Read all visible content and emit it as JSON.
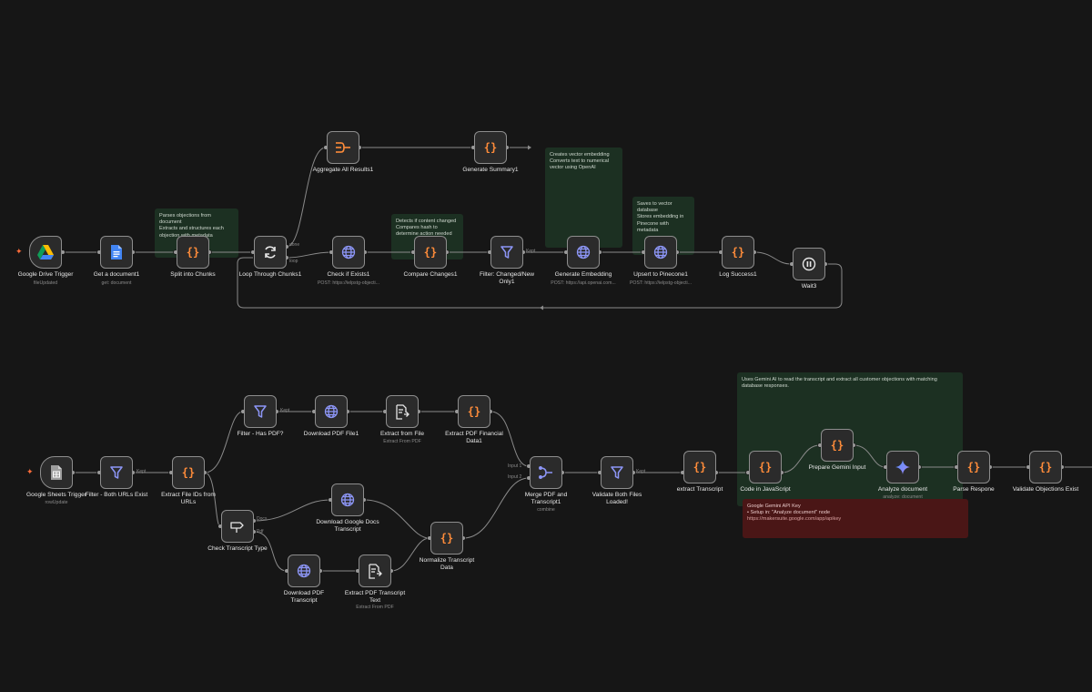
{
  "colors": {
    "canvas": "#161616",
    "node_fill": "#2b2b2b",
    "node_border": "#8d8d8d",
    "wire": "#8a8a8a",
    "code_icon": "#ff8c3a",
    "globe_icon": "#8d96f7",
    "filter_icon": "#8d96f7",
    "note_green": "#1c3022",
    "note_red": "#4a1616"
  },
  "notes": {
    "parse": [
      "Parses objections from",
      "document",
      "Extracts and structures each",
      "objection with metadata"
    ],
    "detect": [
      "Detects if content changed",
      "Compares hash to",
      "determine action needed"
    ],
    "embed": [
      "Creates vector embedding",
      "Converts text to numerical",
      "vector using OpenAI"
    ],
    "upsert": [
      "Saves to vector",
      "database",
      "Stores embedding in",
      "Pinecone with",
      "metadata"
    ],
    "gemini": [
      "Uses Gemini AI to read the transcript and extract all customer objections with matching",
      "database responses."
    ],
    "apikey": [
      "Google Gemini API Key",
      "• Setup in: \"Analyze document\" node",
      "https://makersuite.google.com/app/apikey"
    ]
  },
  "nodes": {
    "drive_trigger": {
      "title": "Google Drive Trigger",
      "sub": "fileUpdated",
      "icon": "google-drive-icon"
    },
    "get_document": {
      "title": "Get a document1",
      "sub": "get: document",
      "icon": "google-docs-icon"
    },
    "split_chunks": {
      "title": "Split into Chunks",
      "icon": "code-icon"
    },
    "loop_chunks": {
      "title": "Loop Through Chunks1",
      "icon": "loop-icon"
    },
    "aggregate": {
      "title": "Aggregate All Results1",
      "icon": "aggregate-icon"
    },
    "summary": {
      "title": "Generate Summary1",
      "icon": "code-icon"
    },
    "check_exists": {
      "title": "Check if Exists1",
      "sub": "POST: https://ielpstg-objecti...",
      "icon": "globe-icon"
    },
    "compare": {
      "title": "Compare Changes1",
      "icon": "code-icon"
    },
    "filter_changed": {
      "title": "Filter: Changed/New Only1",
      "icon": "filter-icon"
    },
    "embedding": {
      "title": "Generate Embedding",
      "sub": "POST: https://api.openai.com...",
      "icon": "globe-icon"
    },
    "upsert": {
      "title": "Upsert to Pinecone1",
      "sub": "POST: https://ielpstg-objecti...",
      "icon": "globe-icon"
    },
    "log_success": {
      "title": "Log Success1",
      "icon": "code-icon"
    },
    "wait": {
      "title": "Wait3",
      "icon": "pause-icon"
    },
    "sheets_trigger": {
      "title": "Google Sheets Trigger",
      "sub": "rowUpdate",
      "icon": "google-sheets-icon"
    },
    "filter_urls": {
      "title": "Filter - Both URLs Exist",
      "icon": "filter-icon"
    },
    "extract_ids": {
      "title": "Extract File IDs from URLs",
      "icon": "code-icon"
    },
    "filter_pdf": {
      "title": "Filter - Has PDF?",
      "icon": "filter-icon"
    },
    "download_pdf_file": {
      "title": "Download PDF File1",
      "icon": "globe-icon"
    },
    "extract_from_file": {
      "title": "Extract from File",
      "sub": "Extract From PDF",
      "icon": "file-extract-icon"
    },
    "extract_financial": {
      "title": "Extract PDF Financial Data1",
      "icon": "code-icon"
    },
    "check_type": {
      "title": "Check Transcript Type",
      "icon": "switch-icon"
    },
    "download_docs": {
      "title": "Download Google Docs Transcript",
      "icon": "globe-icon"
    },
    "download_pdf_transcript": {
      "title": "Download PDF Transcript",
      "icon": "globe-icon"
    },
    "extract_transcript_text": {
      "title": "Extract PDF Transcript Text",
      "sub": "Extract From PDF",
      "icon": "file-extract-icon"
    },
    "normalize": {
      "title": "Normalize Transcript Data",
      "icon": "code-icon"
    },
    "merge": {
      "title": "Merge PDF and Transcript1",
      "sub": "combine",
      "icon": "merge-icon"
    },
    "validate_loaded": {
      "title": "Validate Both Files Loaded!",
      "icon": "filter-icon"
    },
    "extract_transcript": {
      "title": "extract Transcript",
      "icon": "code-icon"
    },
    "code_js": {
      "title": "Code in JavaScript",
      "icon": "code-icon"
    },
    "prepare_gemini": {
      "title": "Prepare Gemini Input",
      "icon": "code-icon"
    },
    "analyze": {
      "title": "Analyze document",
      "sub": "analyze: document",
      "icon": "gemini-icon"
    },
    "parse_response": {
      "title": "Parse Respone",
      "icon": "code-icon"
    },
    "validate_objections": {
      "title": "Validate Objections Exist",
      "icon": "code-icon"
    }
  },
  "port_labels": {
    "loop_done": "done",
    "loop_loop": "loop",
    "filter_kept": "Kept",
    "filter_urls_kept": "Kept",
    "filter_pdf_kept": "Kept",
    "merge_input1": "Input 1",
    "merge_input2": "Input 2",
    "validate_kept": "Kept",
    "switch_out0": "Docs",
    "switch_out1": "Pdf"
  }
}
